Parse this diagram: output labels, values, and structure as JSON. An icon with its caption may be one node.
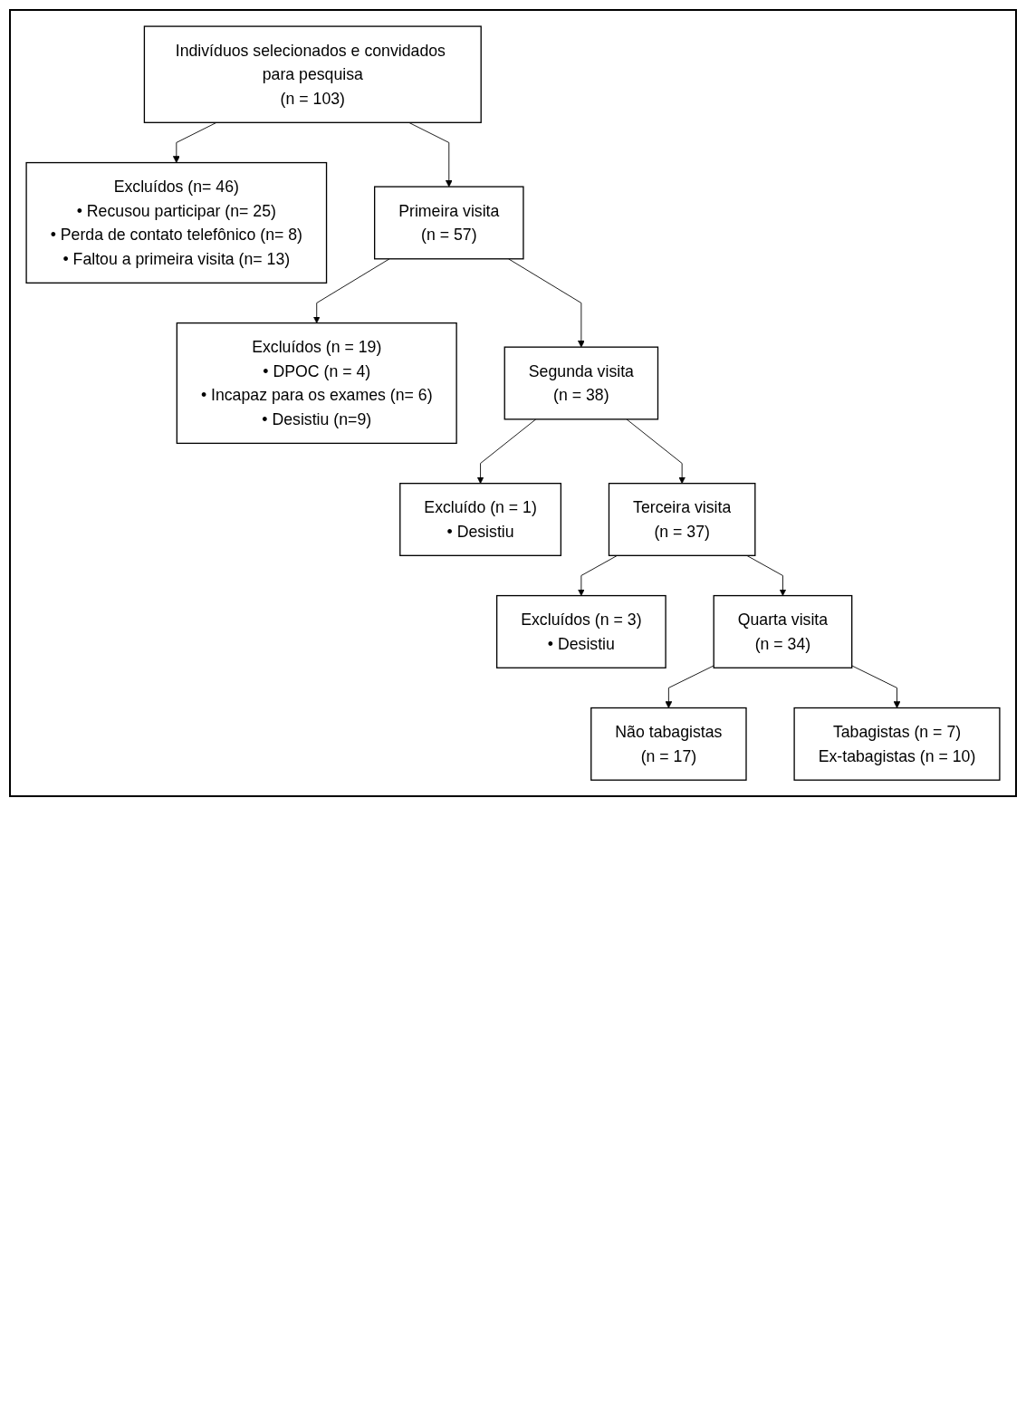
{
  "diagram": {
    "nodes": [
      {
        "text": [
          "Indivíduos selecionados e convidados para pesquisa",
          "(n = 103)"
        ]
      },
      {
        "text": [
          "Excluídos (n= 46)",
          "• Recusou participar (n= 25)",
          "• Perda de contato telefônico (n= 8)",
          "• Faltou a primeira visita (n= 13)"
        ]
      },
      {
        "text": [
          "Primeira visita",
          "(n = 57)"
        ]
      },
      {
        "text": [
          "Excluídos (n = 19)",
          "• DPOC (n = 4)",
          "• Incapaz para os exames (n= 6)",
          "• Desistiu (n=9)"
        ]
      },
      {
        "text": [
          "Segunda visita",
          "(n = 38)"
        ]
      },
      {
        "text": [
          "Excluído (n = 1)",
          "• Desistiu"
        ]
      },
      {
        "text": [
          "Terceira visita",
          "(n = 37)"
        ]
      },
      {
        "text": [
          "Excluídos (n = 3)",
          "• Desistiu"
        ]
      },
      {
        "text": [
          "Quarta visita",
          "(n = 34)"
        ]
      },
      {
        "text": [
          "Não tabagistas",
          "(n = 17)"
        ]
      },
      {
        "text": [
          "Tabagistas (n = 7)",
          "Ex-tabagistas (n = 10)"
        ]
      }
    ],
    "edges": [
      {
        "from": 0,
        "to": 2,
        "arrow": "to"
      },
      {
        "from": 0,
        "to": 1,
        "arrow": "to"
      },
      {
        "from": 2,
        "to": 4,
        "arrow": "to"
      },
      {
        "from": 2,
        "to": 3,
        "arrow": "to"
      },
      {
        "from": 4,
        "to": 6,
        "arrow": "to"
      },
      {
        "from": 4,
        "to": 5,
        "arrow": "to"
      },
      {
        "from": 6,
        "to": 8,
        "arrow": "to"
      },
      {
        "from": 6,
        "to": 7,
        "arrow": "to"
      },
      {
        "from": 8,
        "to": 9,
        "arrow": "to"
      },
      {
        "from": 8,
        "to": 10,
        "arrow": "to"
      }
    ]
  }
}
